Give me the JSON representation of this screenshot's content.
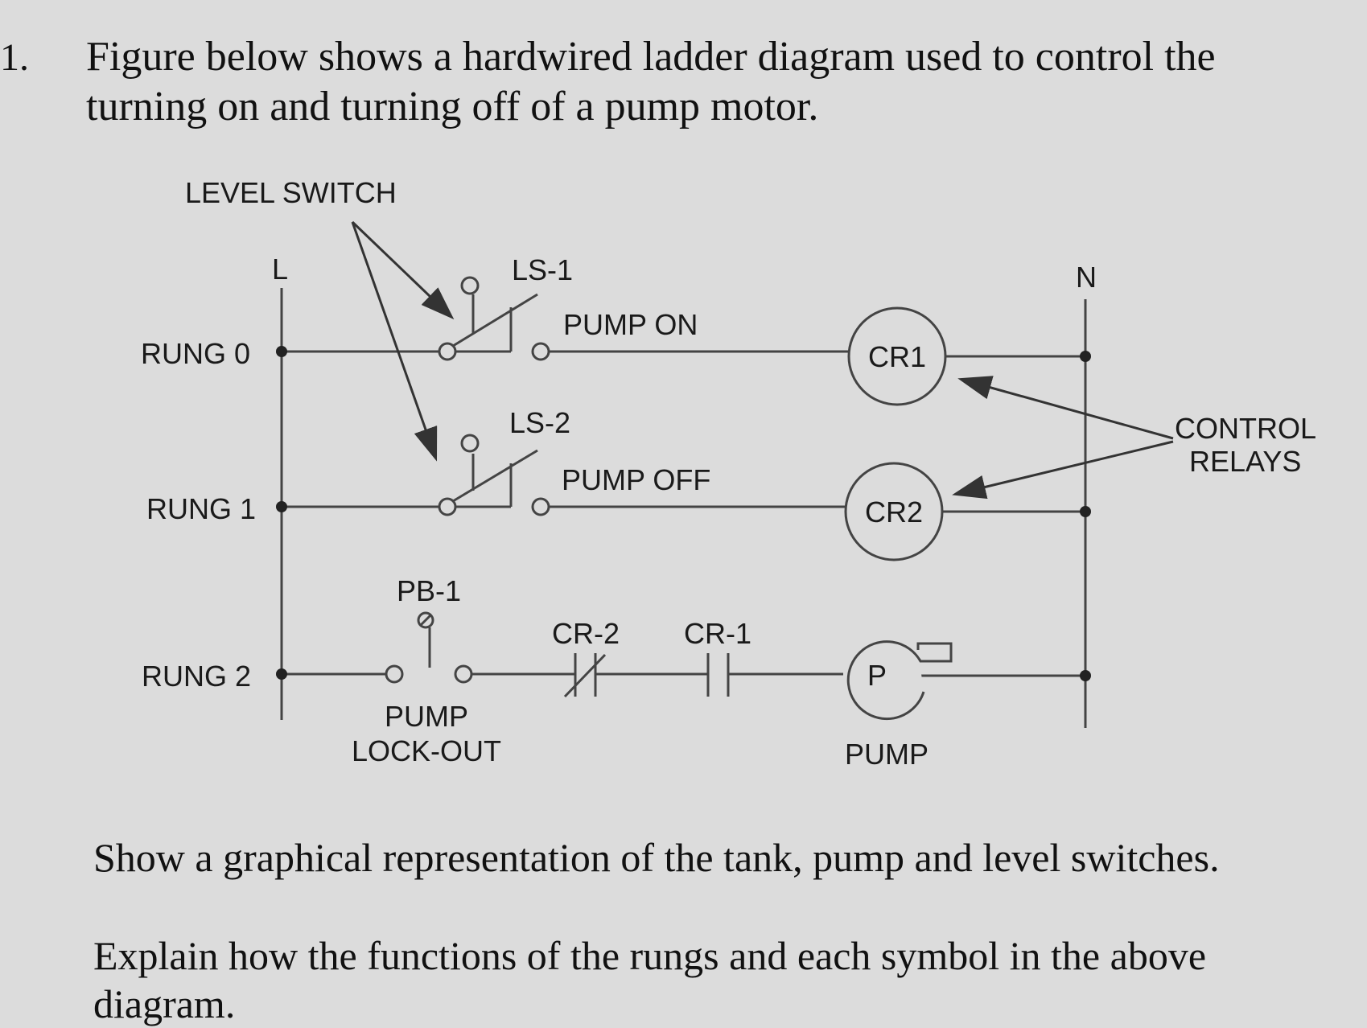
{
  "question": {
    "number": "1.",
    "text": "Figure below shows a hardwired ladder diagram used to control the turning on and turning off of a pump motor."
  },
  "diagram": {
    "level_switch": "LEVEL SWITCH",
    "rail_l": "L",
    "rail_n": "N",
    "rung0": "RUNG 0",
    "rung1": "RUNG 1",
    "rung2": "RUNG 2",
    "ls1": "LS-1",
    "ls2": "LS-2",
    "pump_on": "PUMP ON",
    "pump_off": "PUMP OFF",
    "cr1_coil": "CR1",
    "cr2_coil": "CR2",
    "control_relays_1": "CONTROL",
    "control_relays_2": "RELAYS",
    "pb1": "PB-1",
    "pump_lockout_1": "PUMP",
    "pump_lockout_2": "LOCK-OUT",
    "cr2_contact": "CR-2",
    "cr1_contact": "CR-1",
    "pump_symbol": "P",
    "pump_label": "PUMP"
  },
  "tasks": {
    "t1": "Show a graphical representation of the tank, pump and level switches.",
    "t2": "Explain how the functions of the rungs and each symbol in the above diagram."
  },
  "colors": {
    "line": "#444444",
    "text": "#111111",
    "background": "#dcdcdc"
  }
}
